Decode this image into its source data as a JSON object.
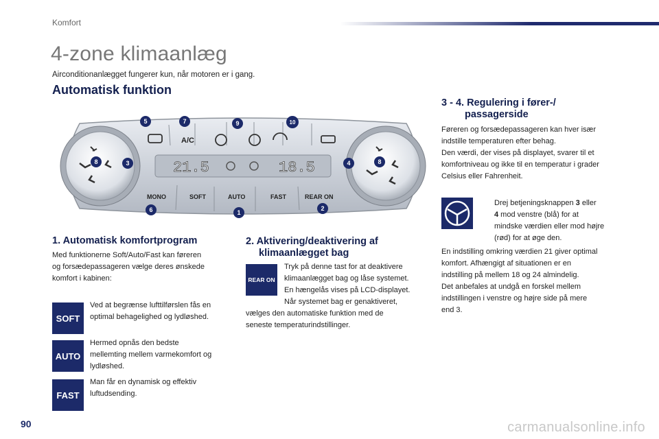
{
  "header": {
    "section": "Komfort"
  },
  "title": "4-zone klimaanlæg",
  "intro": "Airconditionanlægget fungerer kun, når motoren er i gang.",
  "heading_auto": "Automatisk funktion",
  "panel": {
    "left_display": "21.5",
    "right_display": "18.5",
    "top_buttons": [
      "A/C"
    ],
    "bottom_buttons": [
      "MONO",
      "SOFT",
      "AUTO",
      "FAST",
      "REAR ON"
    ],
    "callouts": [
      "1",
      "2",
      "3",
      "4",
      "5",
      "6",
      "7",
      "8",
      "8",
      "9",
      "10"
    ]
  },
  "section1": {
    "heading": "1. Automatisk komfortprogram",
    "text_lines": [
      "Med funktionerne Soft/Auto/Fast kan føreren",
      "og forsædepassageren vælge deres ønskede",
      "komfort i kabinen:"
    ],
    "items": [
      {
        "key": "SOFT",
        "lines": [
          "Ved at begrænse lufttilførslen fås en",
          "optimal behagelighed og lydløshed."
        ]
      },
      {
        "key": "AUTO",
        "lines": [
          "Hermed opnås den bedste",
          "mellemting mellem varmekomfort og",
          "lydløshed."
        ]
      },
      {
        "key": "FAST",
        "lines": [
          "Man får en dynamisk og effektiv",
          "luftudsending."
        ]
      }
    ]
  },
  "section2": {
    "heading_line1": "2. Aktivering/deaktivering af",
    "heading_line2": "klimaanlægget bag",
    "key": "REAR ON",
    "lines_right": [
      "Tryk på denne tast for at deaktivere",
      "klimaanlægget bag og låse systemet.",
      "En hængelås vises på LCD-displayet.",
      "Når systemet bag er genaktiveret,"
    ],
    "lines_full": [
      "vælges den automatiske funktion med de",
      "seneste temperaturindstillinger."
    ]
  },
  "section3": {
    "heading_line1": "3 - 4. Regulering i fører-/",
    "heading_line2": "passagerside",
    "lines": [
      "Føreren og forsædepassageren kan hver især",
      "indstille temperaturen efter behag.",
      "Den værdi, der vises på displayet, svarer til et",
      "komfortniveau og ikke til en temperatur i grader",
      "Celsius eller Fahrenheit."
    ],
    "bullet": "",
    "turn_line1_a": "Drej betjeningsknappen ",
    "turn_line1_b": "3",
    "turn_line1_c": " eller",
    "turn_line2_a": "4",
    "turn_line2_b": " mod venstre (blå) for at",
    "turn_lines_rest": [
      "mindske værdien eller mod højre",
      "(rød) for at øge den."
    ],
    "optimal_lines": [
      "En indstilling omkring værdien 21 giver optimal",
      "komfort. Afhængigt af situationen er en",
      "indstilling på mellem 18 og 24 almindelig.",
      "Det anbefales at undgå en forskel mellem",
      "indstillingen i venstre og højre side på mere",
      "end 3."
    ]
  },
  "footer": {
    "page_number": "90",
    "watermark": "carmanualsonline.info"
  },
  "colors": {
    "navy": "#1c2a69",
    "heading": "#14204f",
    "gray_title": "#777777"
  }
}
